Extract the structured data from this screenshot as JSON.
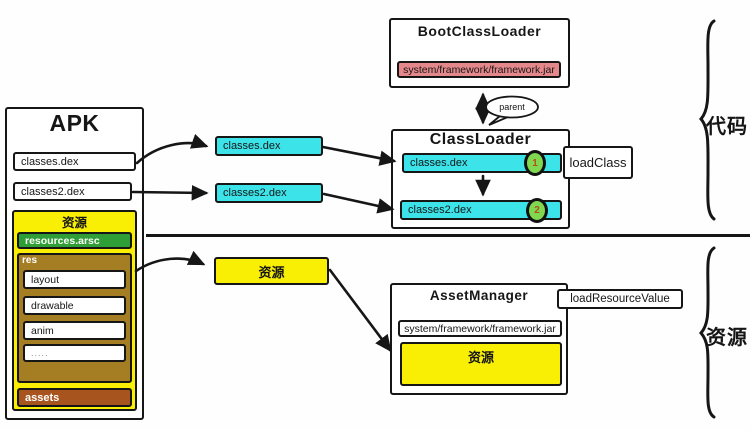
{
  "apk": {
    "title": "APK",
    "classes_dex": "classes.dex",
    "classes2_dex": "classes2.dex",
    "resources": {
      "title": "资源",
      "arsc": "resources.arsc",
      "res": {
        "label": "res",
        "items": [
          "layout",
          "drawable",
          "anim",
          "....."
        ]
      },
      "assets": "assets"
    }
  },
  "middle": {
    "classes_dex": "classes.dex",
    "classes2_dex": "classes2.dex",
    "resources": "资源"
  },
  "boot_class_loader": {
    "title": "BootClassLoader",
    "framework_jar": "system/framework/framework.jar"
  },
  "parent_label": "parent",
  "class_loader": {
    "title": "ClassLoader",
    "classes_dex": "classes.dex",
    "classes2_dex": "classes2.dex",
    "badge1": "1",
    "badge2": "2",
    "load_class": "loadClass"
  },
  "asset_manager": {
    "title": "AssetManager",
    "framework_jar": "system/framework/framework.jar",
    "resources": "资源",
    "load_resource_value": "loadResourceValue"
  },
  "legend": {
    "code": "代码",
    "resources": "资源"
  },
  "colors": {
    "cyan": "#3ce4ea",
    "yellow": "#f8ef04",
    "arsc_green": "#2f9e36",
    "res_brown": "#a57d22",
    "assets_brown": "#a8541e",
    "framework_pink": "#e5888b",
    "badge_green": "#7fd84f",
    "badge_number": "#b4501e",
    "line": "#161616"
  }
}
